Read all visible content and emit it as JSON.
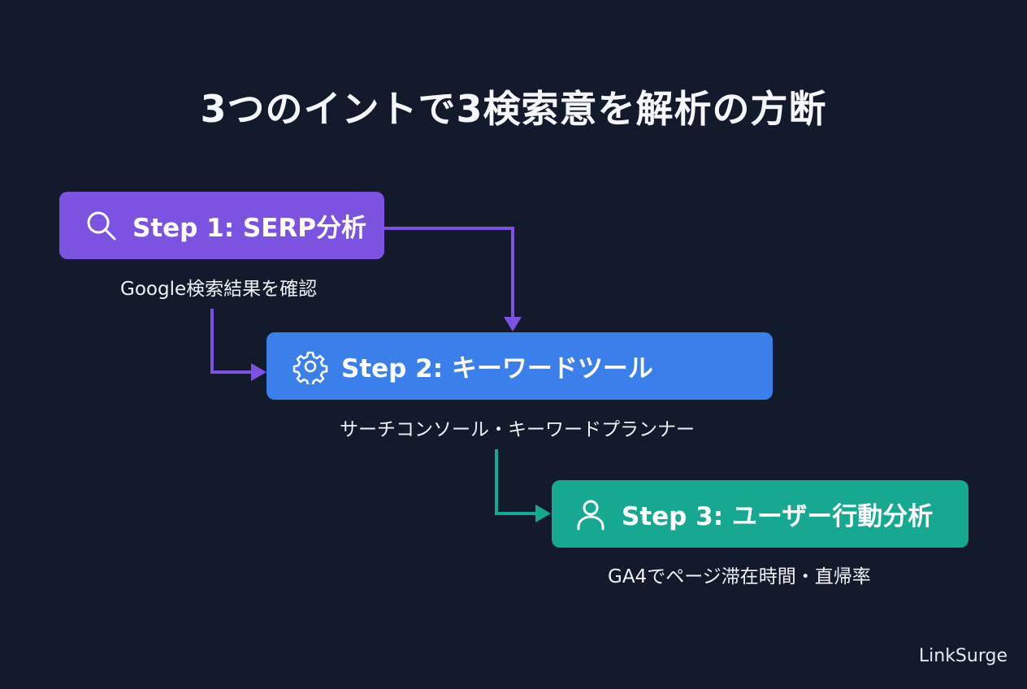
{
  "title": "3つのイントで3検索意を解析の方断",
  "steps": [
    {
      "label": "Step 1: SERP分析",
      "description": "Google検索結果を確認",
      "icon": "search-icon",
      "color": "#7c53e0"
    },
    {
      "label": "Step 2: キーワードツール",
      "description": "サーチコンソール・キーワードプランナー",
      "icon": "gear-icon",
      "color": "#3b80ea"
    },
    {
      "label": "Step 3: ユーザー行動分析",
      "description": "GA4でページ滞在時間・直帰率",
      "icon": "user-icon",
      "color": "#17a892"
    }
  ],
  "connectors": [
    {
      "from": "Step 1",
      "to": "Step 2",
      "color": "#7c53e0"
    },
    {
      "from": "Step 1",
      "to": "Step 2",
      "color": "#7c53e0"
    },
    {
      "from": "Step 2",
      "to": "Step 3",
      "color": "#17a892"
    }
  ],
  "brand": "LinkSurge"
}
